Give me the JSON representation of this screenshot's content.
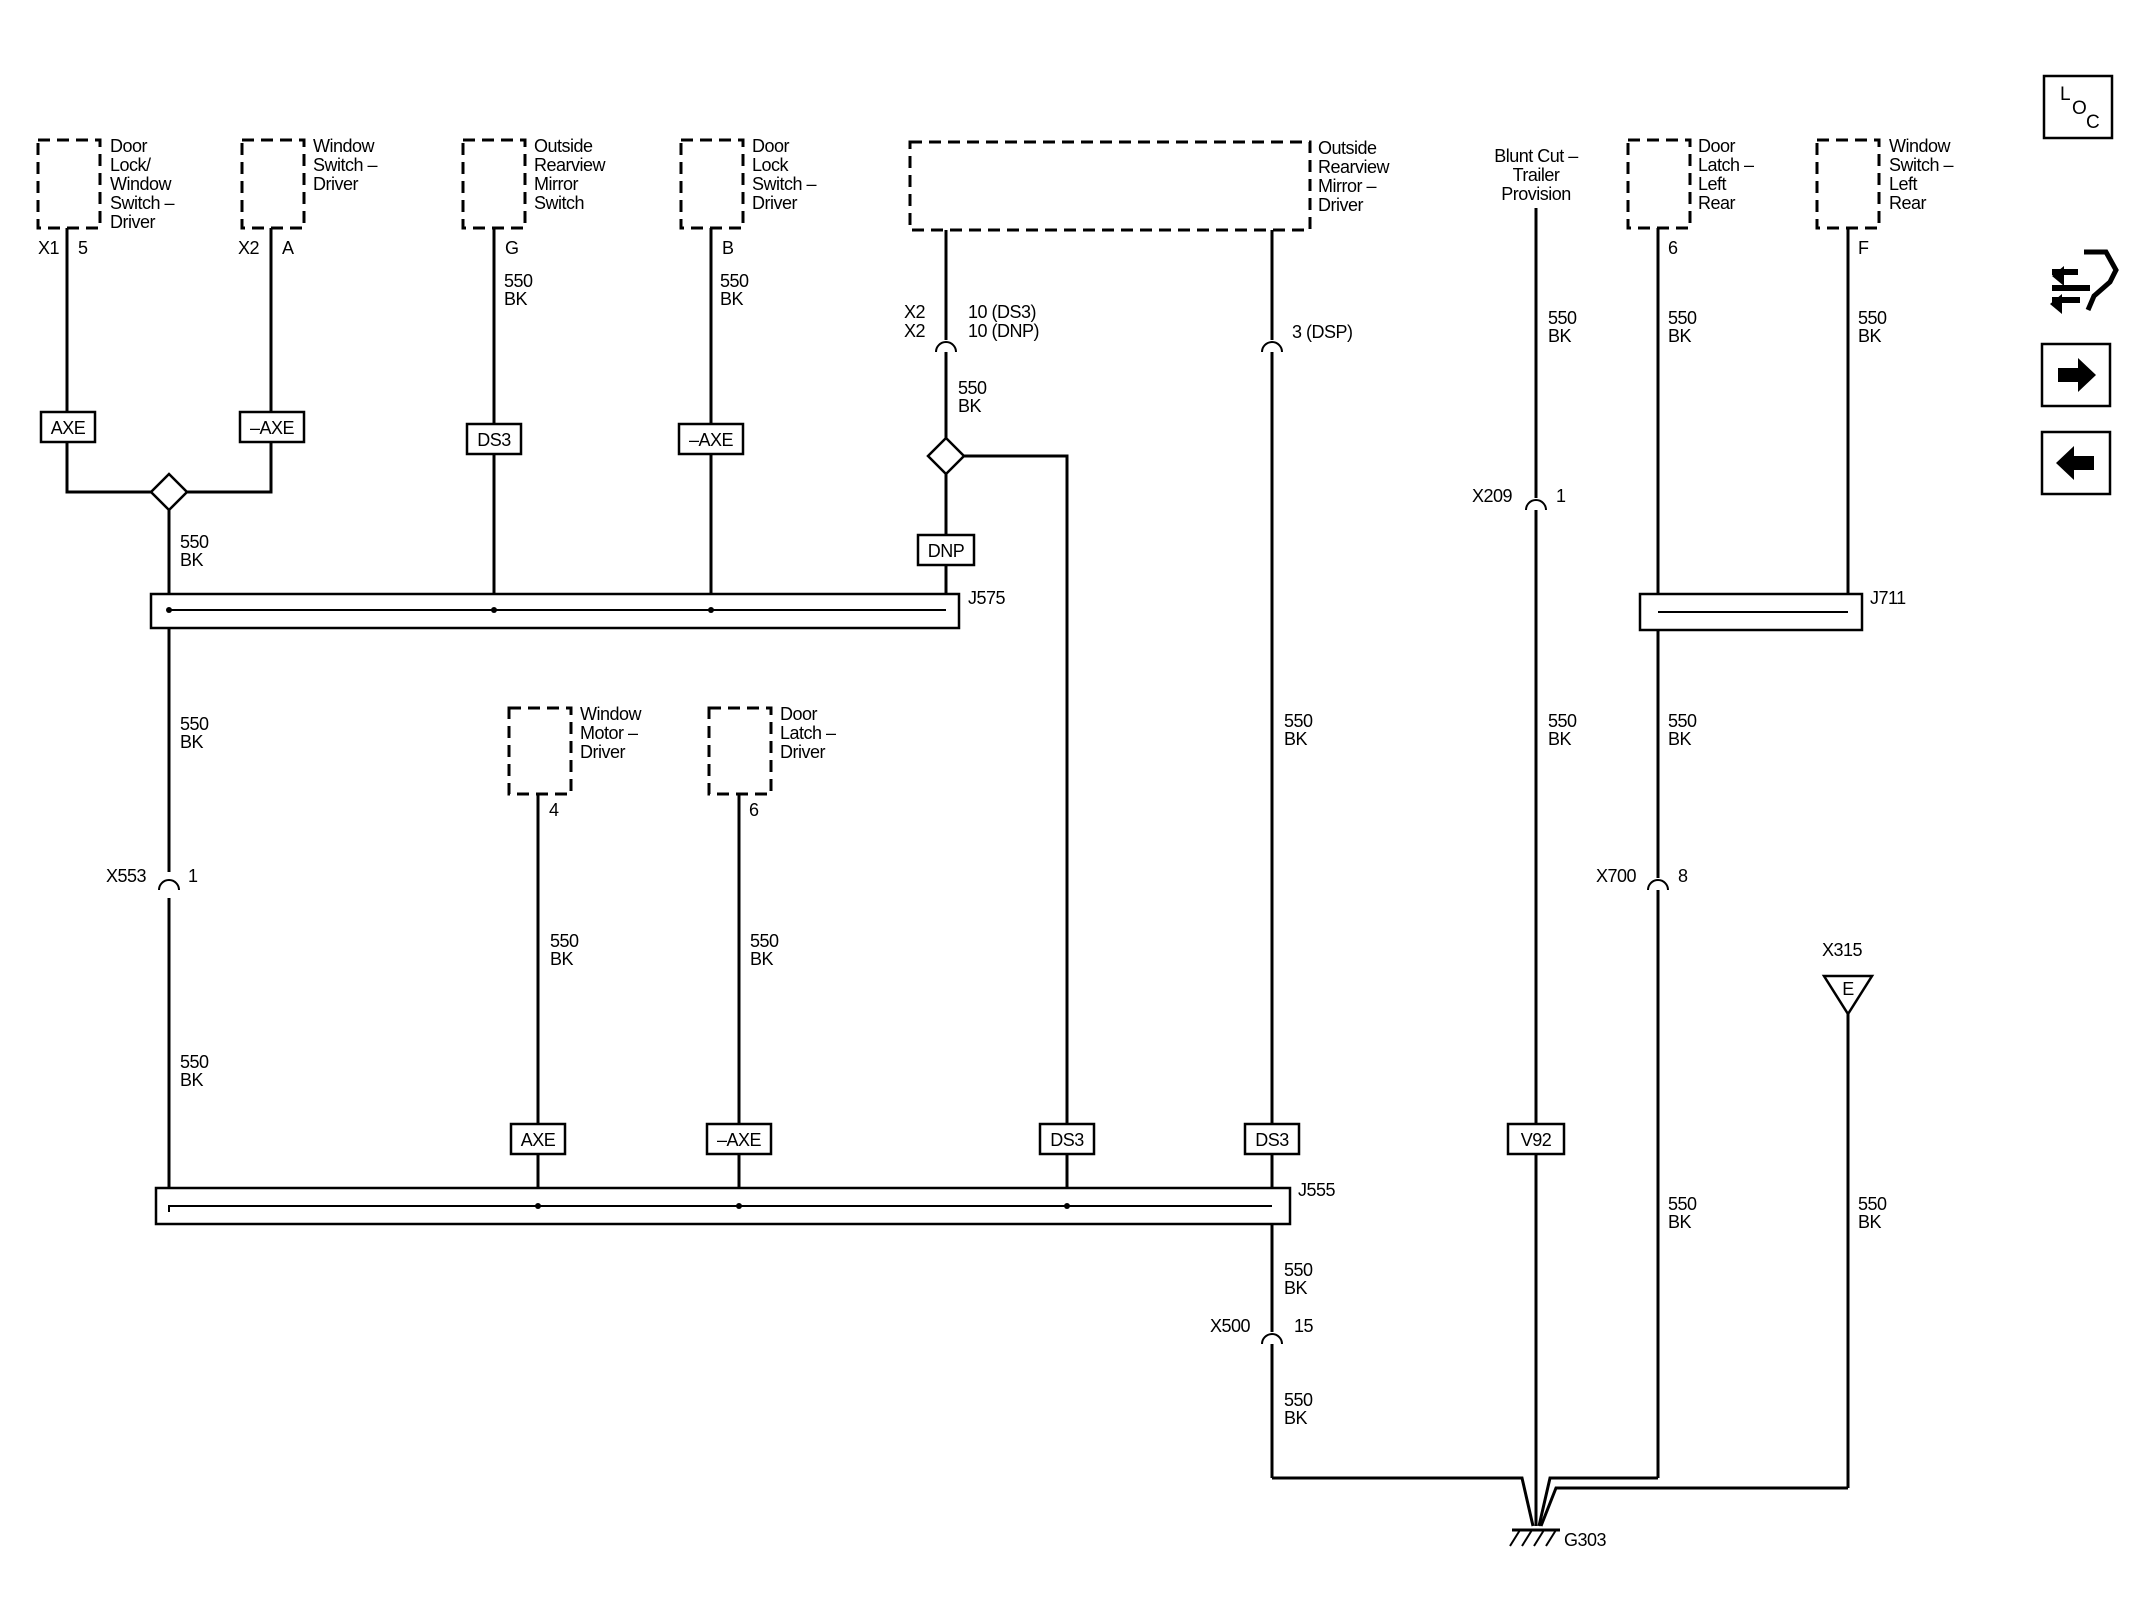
{
  "components": {
    "door_lock_window_switch_driver": [
      "Door",
      "Lock/",
      "Window",
      "Switch –",
      "Driver"
    ],
    "window_switch_driver": [
      "Window",
      "Switch –",
      "Driver"
    ],
    "outside_rearview_mirror_switch": [
      "Outside",
      "Rearview",
      "Mirror",
      "Switch"
    ],
    "door_lock_switch_driver": [
      "Door",
      "Lock",
      "Switch –",
      "Driver"
    ],
    "outside_rearview_mirror_driver": [
      "Outside",
      "Rearview",
      "Mirror –",
      "Driver"
    ],
    "blunt_cut_trailer_provision": [
      "Blunt Cut –",
      "Trailer",
      "Provision"
    ],
    "door_latch_left_rear": [
      "Door",
      "Latch –",
      "Left",
      "Rear"
    ],
    "window_switch_left_rear": [
      "Window",
      "Switch –",
      "Left",
      "Rear"
    ],
    "window_motor_driver": [
      "Window",
      "Motor –",
      "Driver"
    ],
    "door_latch_driver": [
      "Door",
      "Latch –",
      "Driver"
    ]
  },
  "connectors": {
    "x1": "X1",
    "x1_pin": "5",
    "x2": "X2",
    "x2_pin": "A",
    "mirror_switch_pin": "G",
    "lock_switch_pin": "B",
    "mirror_x2a": "X2",
    "mirror_pin_a": "10 (DS3)",
    "mirror_x2b": "X2",
    "mirror_pin_b": "10 (DNP)",
    "mirror_pin_dsp": "3 (DSP)",
    "latch_lr_pin": "6",
    "window_lr_pin": "F",
    "window_motor_pin": "4",
    "door_latch_pin": "6",
    "x209": "X209",
    "x209_pin": "1",
    "x553": "X553",
    "x553_pin": "1",
    "x700": "X700",
    "x700_pin": "8",
    "x500": "X500",
    "x500_pin": "15",
    "x315": "X315",
    "x315_pin": "E"
  },
  "wire": {
    "circuit": "550",
    "color": "BK"
  },
  "options": {
    "axe": "AXE",
    "neg_axe": "–AXE",
    "ds3": "DS3",
    "dnp": "DNP",
    "v92": "V92"
  },
  "splices": {
    "j575": "J575",
    "j711": "J711",
    "j555": "J555"
  },
  "ground": {
    "label": "G303"
  },
  "nav": {
    "loc_l": "L",
    "loc_o": "O",
    "loc_c": "C"
  }
}
